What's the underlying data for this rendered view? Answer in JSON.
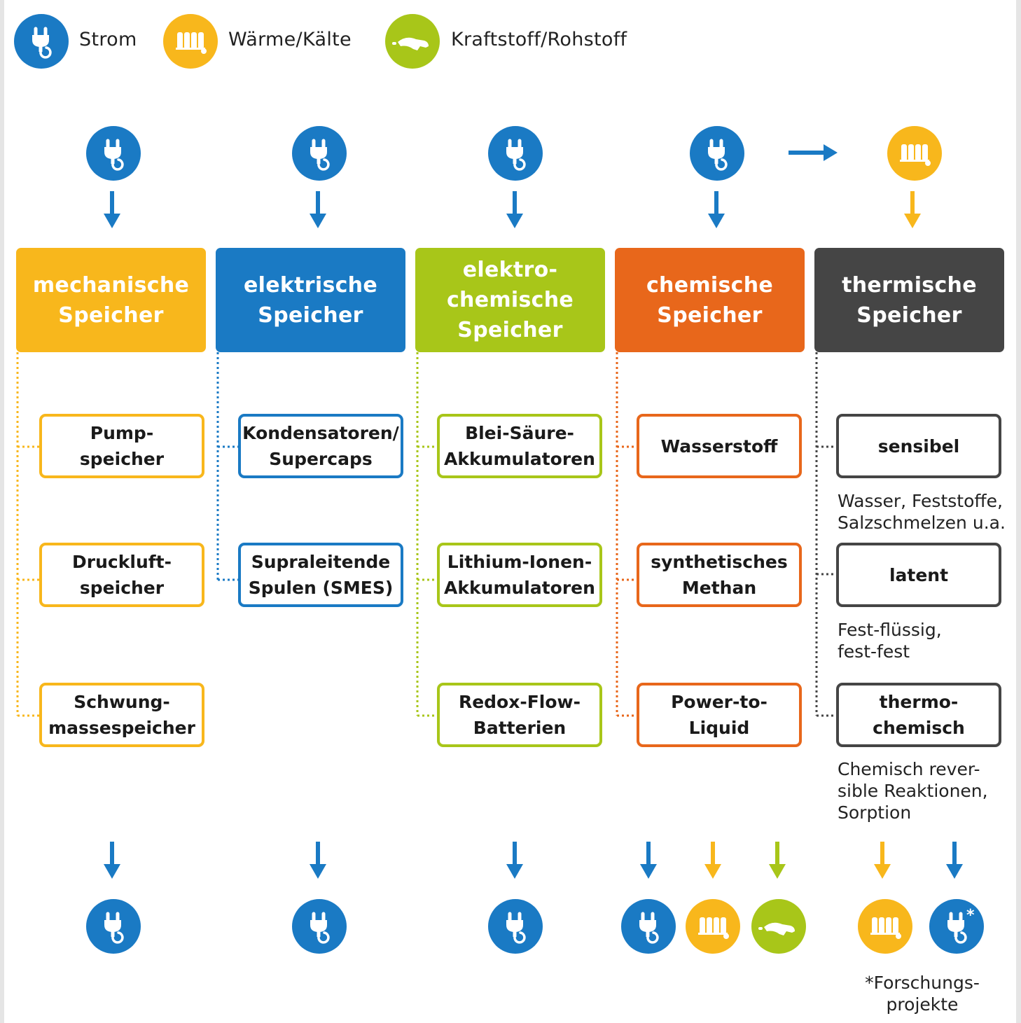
{
  "legend": {
    "strom": "Strom",
    "waerme": "Wärme/Kälte",
    "kraftstoff": "Kraftstoff/Rohstoff"
  },
  "colors": {
    "blue": "#1a7ac4",
    "yellow": "#f8b71c",
    "green": "#a8c619",
    "orange": "#e8671b",
    "dark": "#454545"
  },
  "categories": {
    "mechanisch": [
      "mechanische",
      "Speicher"
    ],
    "elektrisch": [
      "elektrische",
      "Speicher"
    ],
    "elektrochemisch": [
      "elektro-",
      "chemische",
      "Speicher"
    ],
    "chemisch": [
      "chemische",
      "Speicher"
    ],
    "thermisch": [
      "thermische",
      "Speicher"
    ]
  },
  "items": {
    "pump": [
      "Pump-",
      "speicher"
    ],
    "druckluft": [
      "Druckluft-",
      "speicher"
    ],
    "schwung": [
      "Schwung-",
      "massespeicher"
    ],
    "kondensatoren": [
      "Kondensatoren/",
      "Supercaps"
    ],
    "supraleitend": [
      "Supraleitende",
      "Spulen (SMES)"
    ],
    "blei": [
      "Blei-Säure-",
      "Akkumulatoren"
    ],
    "lithium": [
      "Lithium-Ionen-",
      "Akkumulatoren"
    ],
    "redox": [
      "Redox-Flow-",
      "Batterien"
    ],
    "wasserstoff": [
      "Wasserstoff"
    ],
    "methan": [
      "synthetisches",
      "Methan"
    ],
    "ptl": [
      "Power-to-",
      "Liquid"
    ],
    "sensibel": [
      "sensibel"
    ],
    "latent": [
      "latent"
    ],
    "thermochemisch": [
      "thermo-",
      "chemisch"
    ]
  },
  "notes": {
    "sensibel": [
      "Wasser, Feststoffe,",
      "Salzschmelzen u.a."
    ],
    "latent": [
      "Fest-flüssig,",
      "fest-fest"
    ],
    "thermochemisch": [
      "Chemisch rever-",
      "sible Reaktionen,",
      "Sorption"
    ],
    "footnote": [
      "*Forschungs-",
      "projekte"
    ]
  },
  "asterisk": "*"
}
